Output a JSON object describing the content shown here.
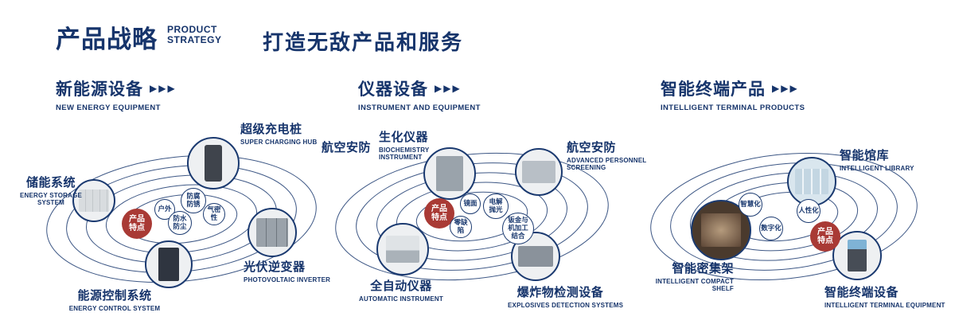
{
  "colors": {
    "navy": "#16346b",
    "red": "#a93a35"
  },
  "icons": {
    "chevrons": "▶▶▶"
  },
  "header": {
    "title": "产品战略",
    "en_line1": "PRODUCT",
    "en_line2": "STRATEGY",
    "slogan": "打造无敌产品和服务"
  },
  "sections": [
    {
      "title": "新能源设备",
      "subtitle": "NEW ENERGY EQUIPMENT",
      "badge": [
        "产品",
        "特点"
      ],
      "products": [
        {
          "name": "超级充电桩",
          "en": "SUPER CHARGING HUB"
        },
        {
          "name": "储能系统",
          "en": "ENERGY STORAGE SYSTEM"
        },
        {
          "name": "光伏逆变器",
          "en": "PHOTOVOLTAIC INVERTER"
        },
        {
          "name": "能源控制系统",
          "en": "ENERGY CONTROL SYSTEM"
        }
      ],
      "features": [
        "户外",
        "防腐防锈",
        "气密性",
        "防水防尘"
      ]
    },
    {
      "title": "仪器设备",
      "subtitle": "INSTRUMENT AND EQUIPMENT",
      "badge": [
        "产品",
        "特点"
      ],
      "extra_label": "航空安防",
      "products": [
        {
          "name": "生化仪器",
          "en": "BIOCHEMISTRY INSTRUMENT"
        },
        {
          "name": "航空安防",
          "en": "ADVANCED PERSONNEL SCREENING"
        },
        {
          "name": "全自动仪器",
          "en": "AUTOMATIC INSTRUMENT"
        },
        {
          "name": "爆炸物检测设备",
          "en": "EXPLOSIVES DETECTION SYSTEMS"
        }
      ],
      "features": [
        "镜面",
        "电解抛光",
        "零缺陷",
        "钣金与机加工结合"
      ]
    },
    {
      "title": "智能终端产品",
      "subtitle": "INTELLIGENT TERMINAL PRODUCTS",
      "badge": [
        "产品",
        "特点"
      ],
      "products": [
        {
          "name": "智能馆库",
          "en": "INTELLIGENT LIBRARY"
        },
        {
          "name": "智能密集架",
          "en": "INTELLIGENT COMPACT SHELF"
        },
        {
          "name": "智能终端设备",
          "en": "INTELLIGENT TERMINAL EQUIPMENT"
        }
      ],
      "features": [
        "智慧化",
        "人性化",
        "数字化"
      ]
    }
  ]
}
